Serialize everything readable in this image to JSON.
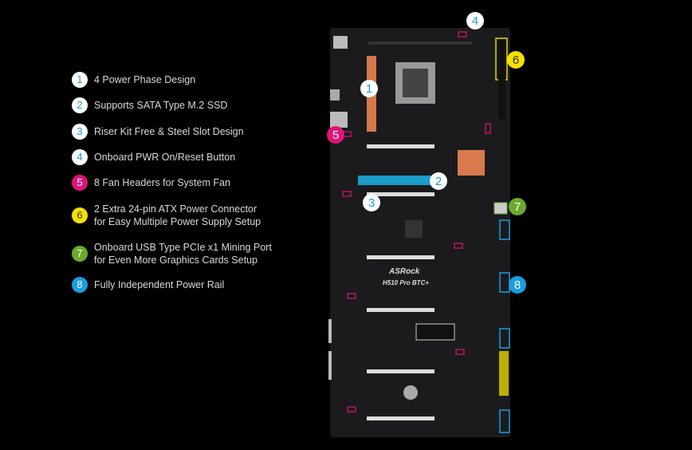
{
  "features": [
    {
      "num": "1",
      "lines": [
        "4 Power Phase Design"
      ],
      "color": "#ffffff",
      "fg": "#1a9de0"
    },
    {
      "num": "2",
      "lines": [
        "Supports SATA Type M.2 SSD"
      ],
      "color": "#ffffff",
      "fg": "#1a9de0"
    },
    {
      "num": "3",
      "lines": [
        "Riser Kit Free & Steel Slot Design"
      ],
      "color": "#ffffff",
      "fg": "#1a9de0"
    },
    {
      "num": "4",
      "lines": [
        "Onboard PWR On/Reset Button"
      ],
      "color": "#ffffff",
      "fg": "#1a9de0"
    },
    {
      "num": "5",
      "lines": [
        "8 Fan Headers for System Fan"
      ],
      "color": "#e0147a",
      "fg": "#ffffff"
    },
    {
      "num": "6",
      "lines": [
        "2 Extra 24-pin ATX Power Connector",
        "for Easy Multiple Power Supply Setup"
      ],
      "color": "#f5e000",
      "fg": "#333333"
    },
    {
      "num": "7",
      "lines": [
        "Onboard USB Type PCIe x1 Mining Port",
        "for Even More Graphics Cards Setup"
      ],
      "color": "#6aab2e",
      "fg": "#ffffff"
    },
    {
      "num": "8",
      "lines": [
        "Fully Independent Power Rail"
      ],
      "color": "#1a9de0",
      "fg": "#ffffff"
    }
  ],
  "board": {
    "brand": "ASRock",
    "model": "H510 Pro BTC+"
  }
}
